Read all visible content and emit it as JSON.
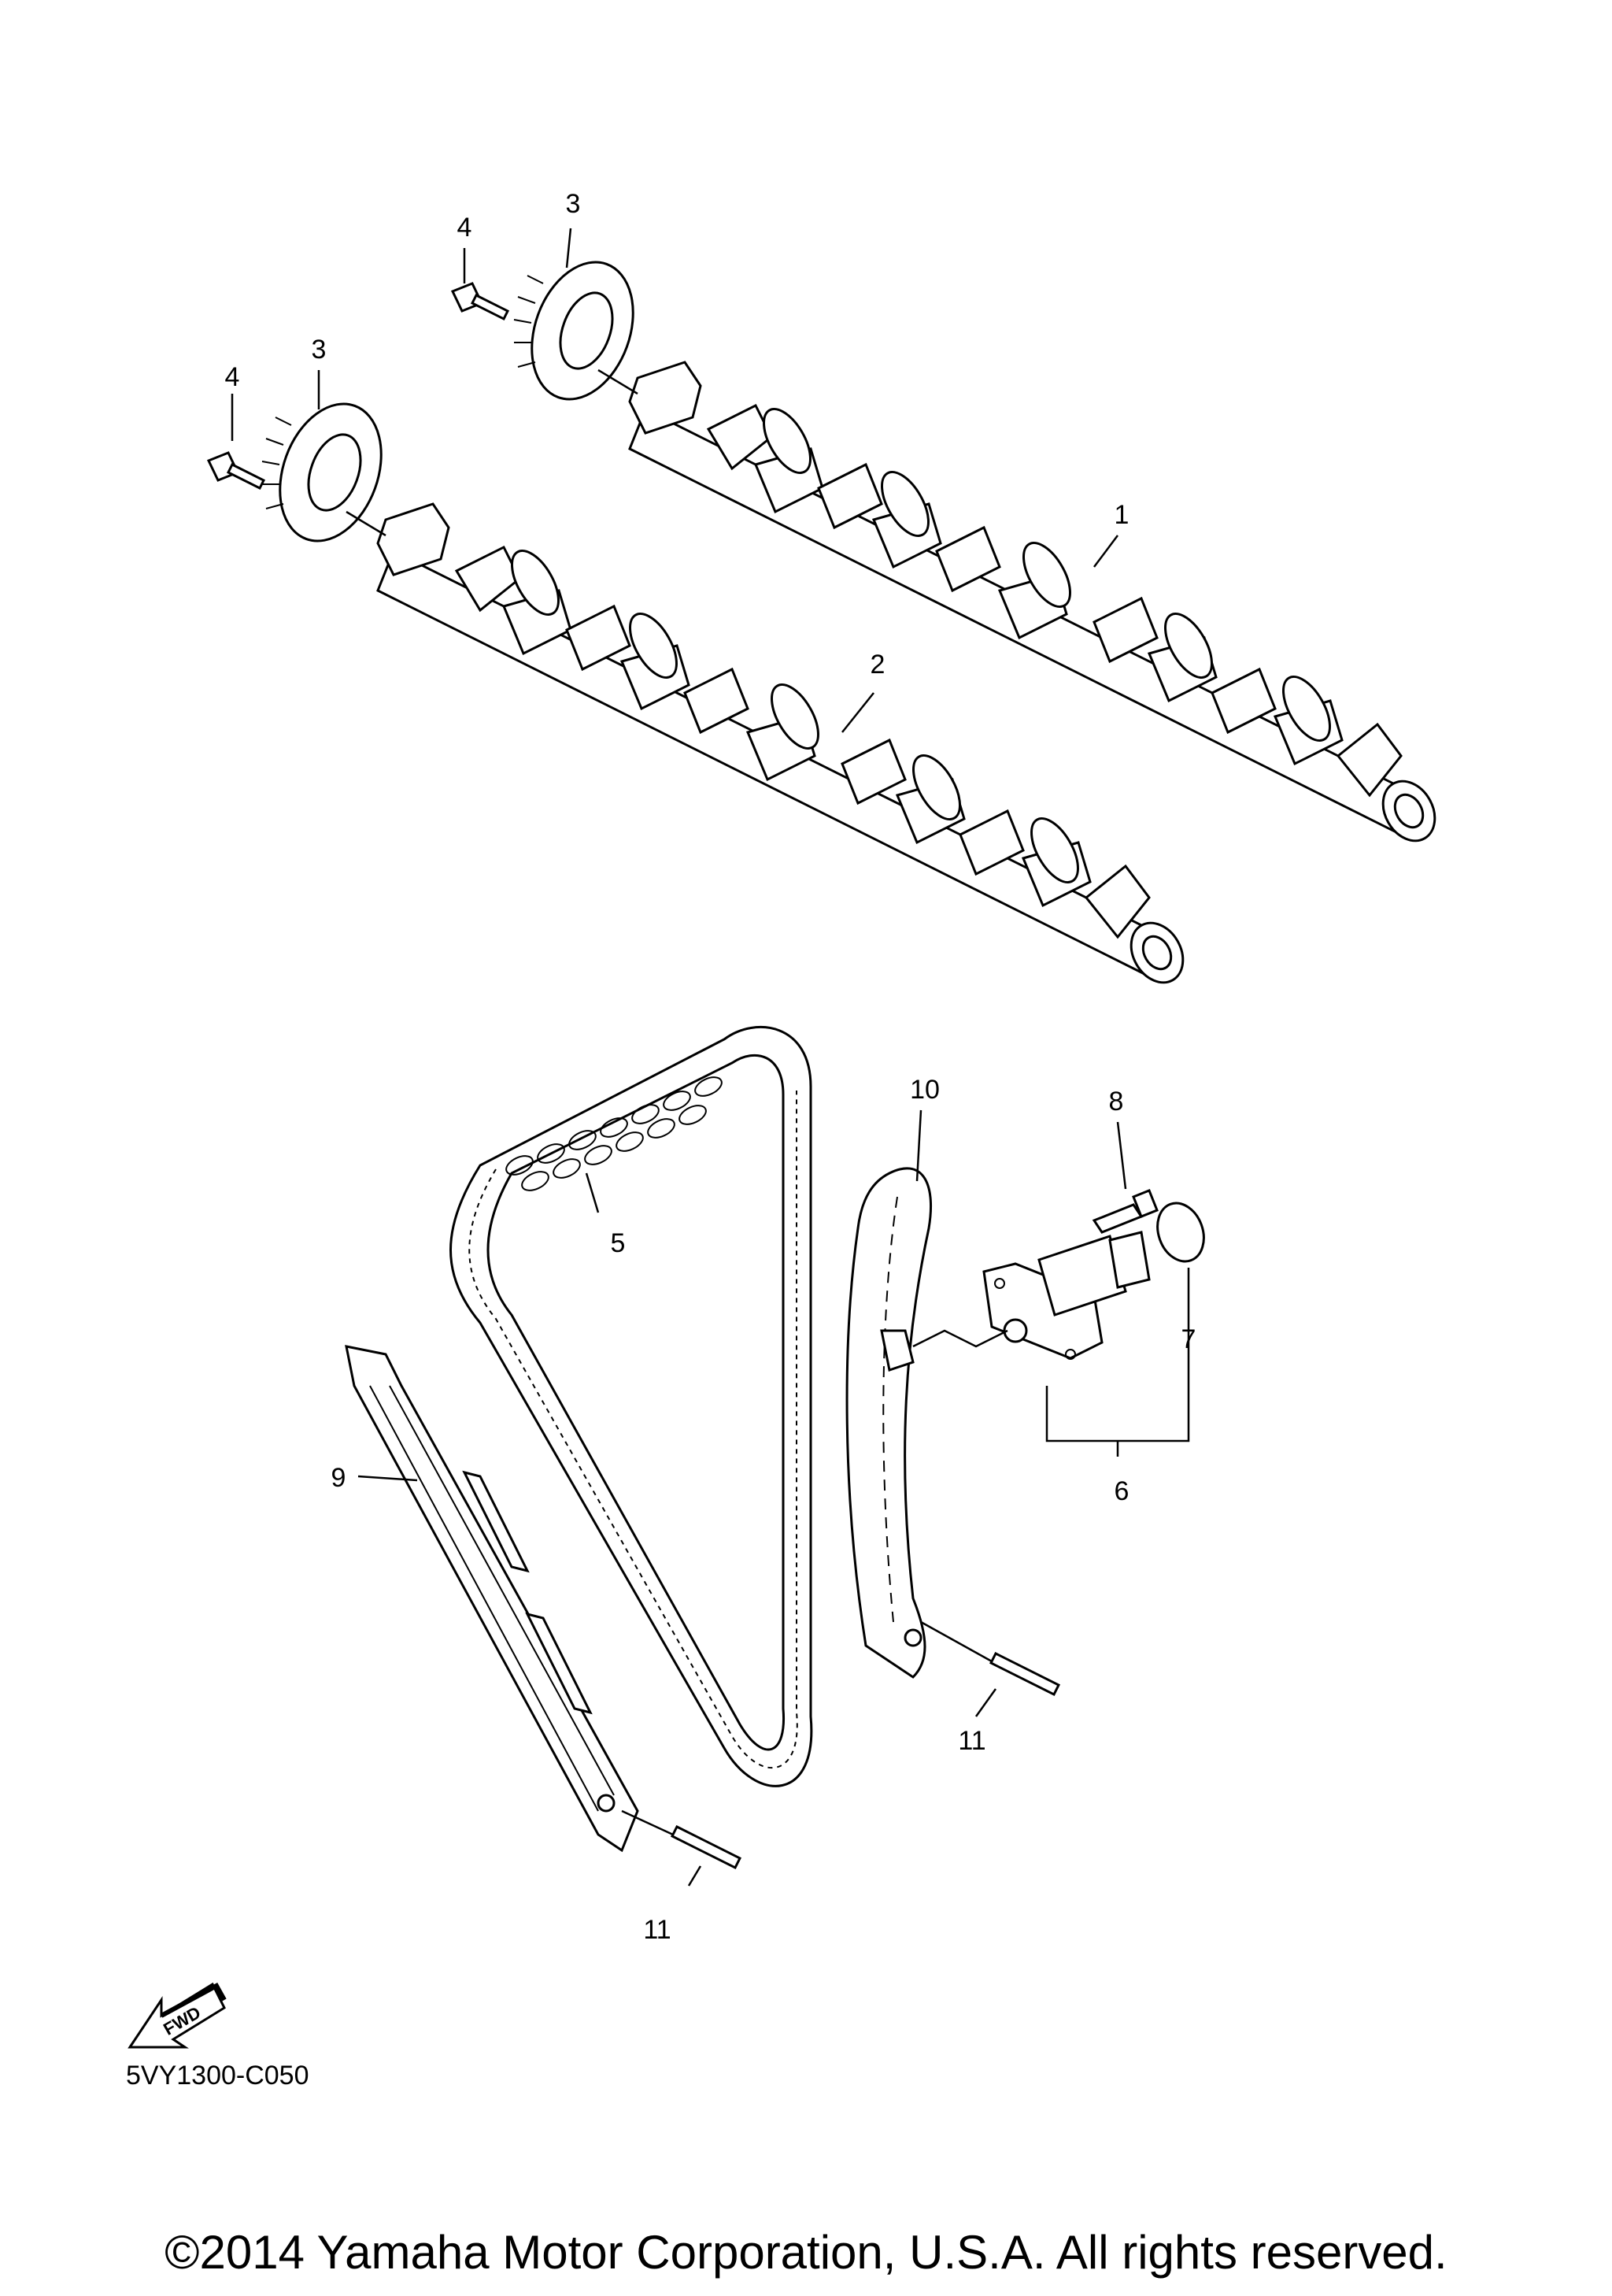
{
  "diagram": {
    "callouts": [
      "1",
      "2",
      "3",
      "3",
      "4",
      "4",
      "5",
      "6",
      "7",
      "8",
      "9",
      "10",
      "11",
      "11"
    ],
    "fwd_label": "FWD",
    "code": "5VY1300-C050"
  },
  "footer": {
    "copyright": "©2014 Yamaha Motor Corporation, U.S.A. All rights reserved."
  }
}
